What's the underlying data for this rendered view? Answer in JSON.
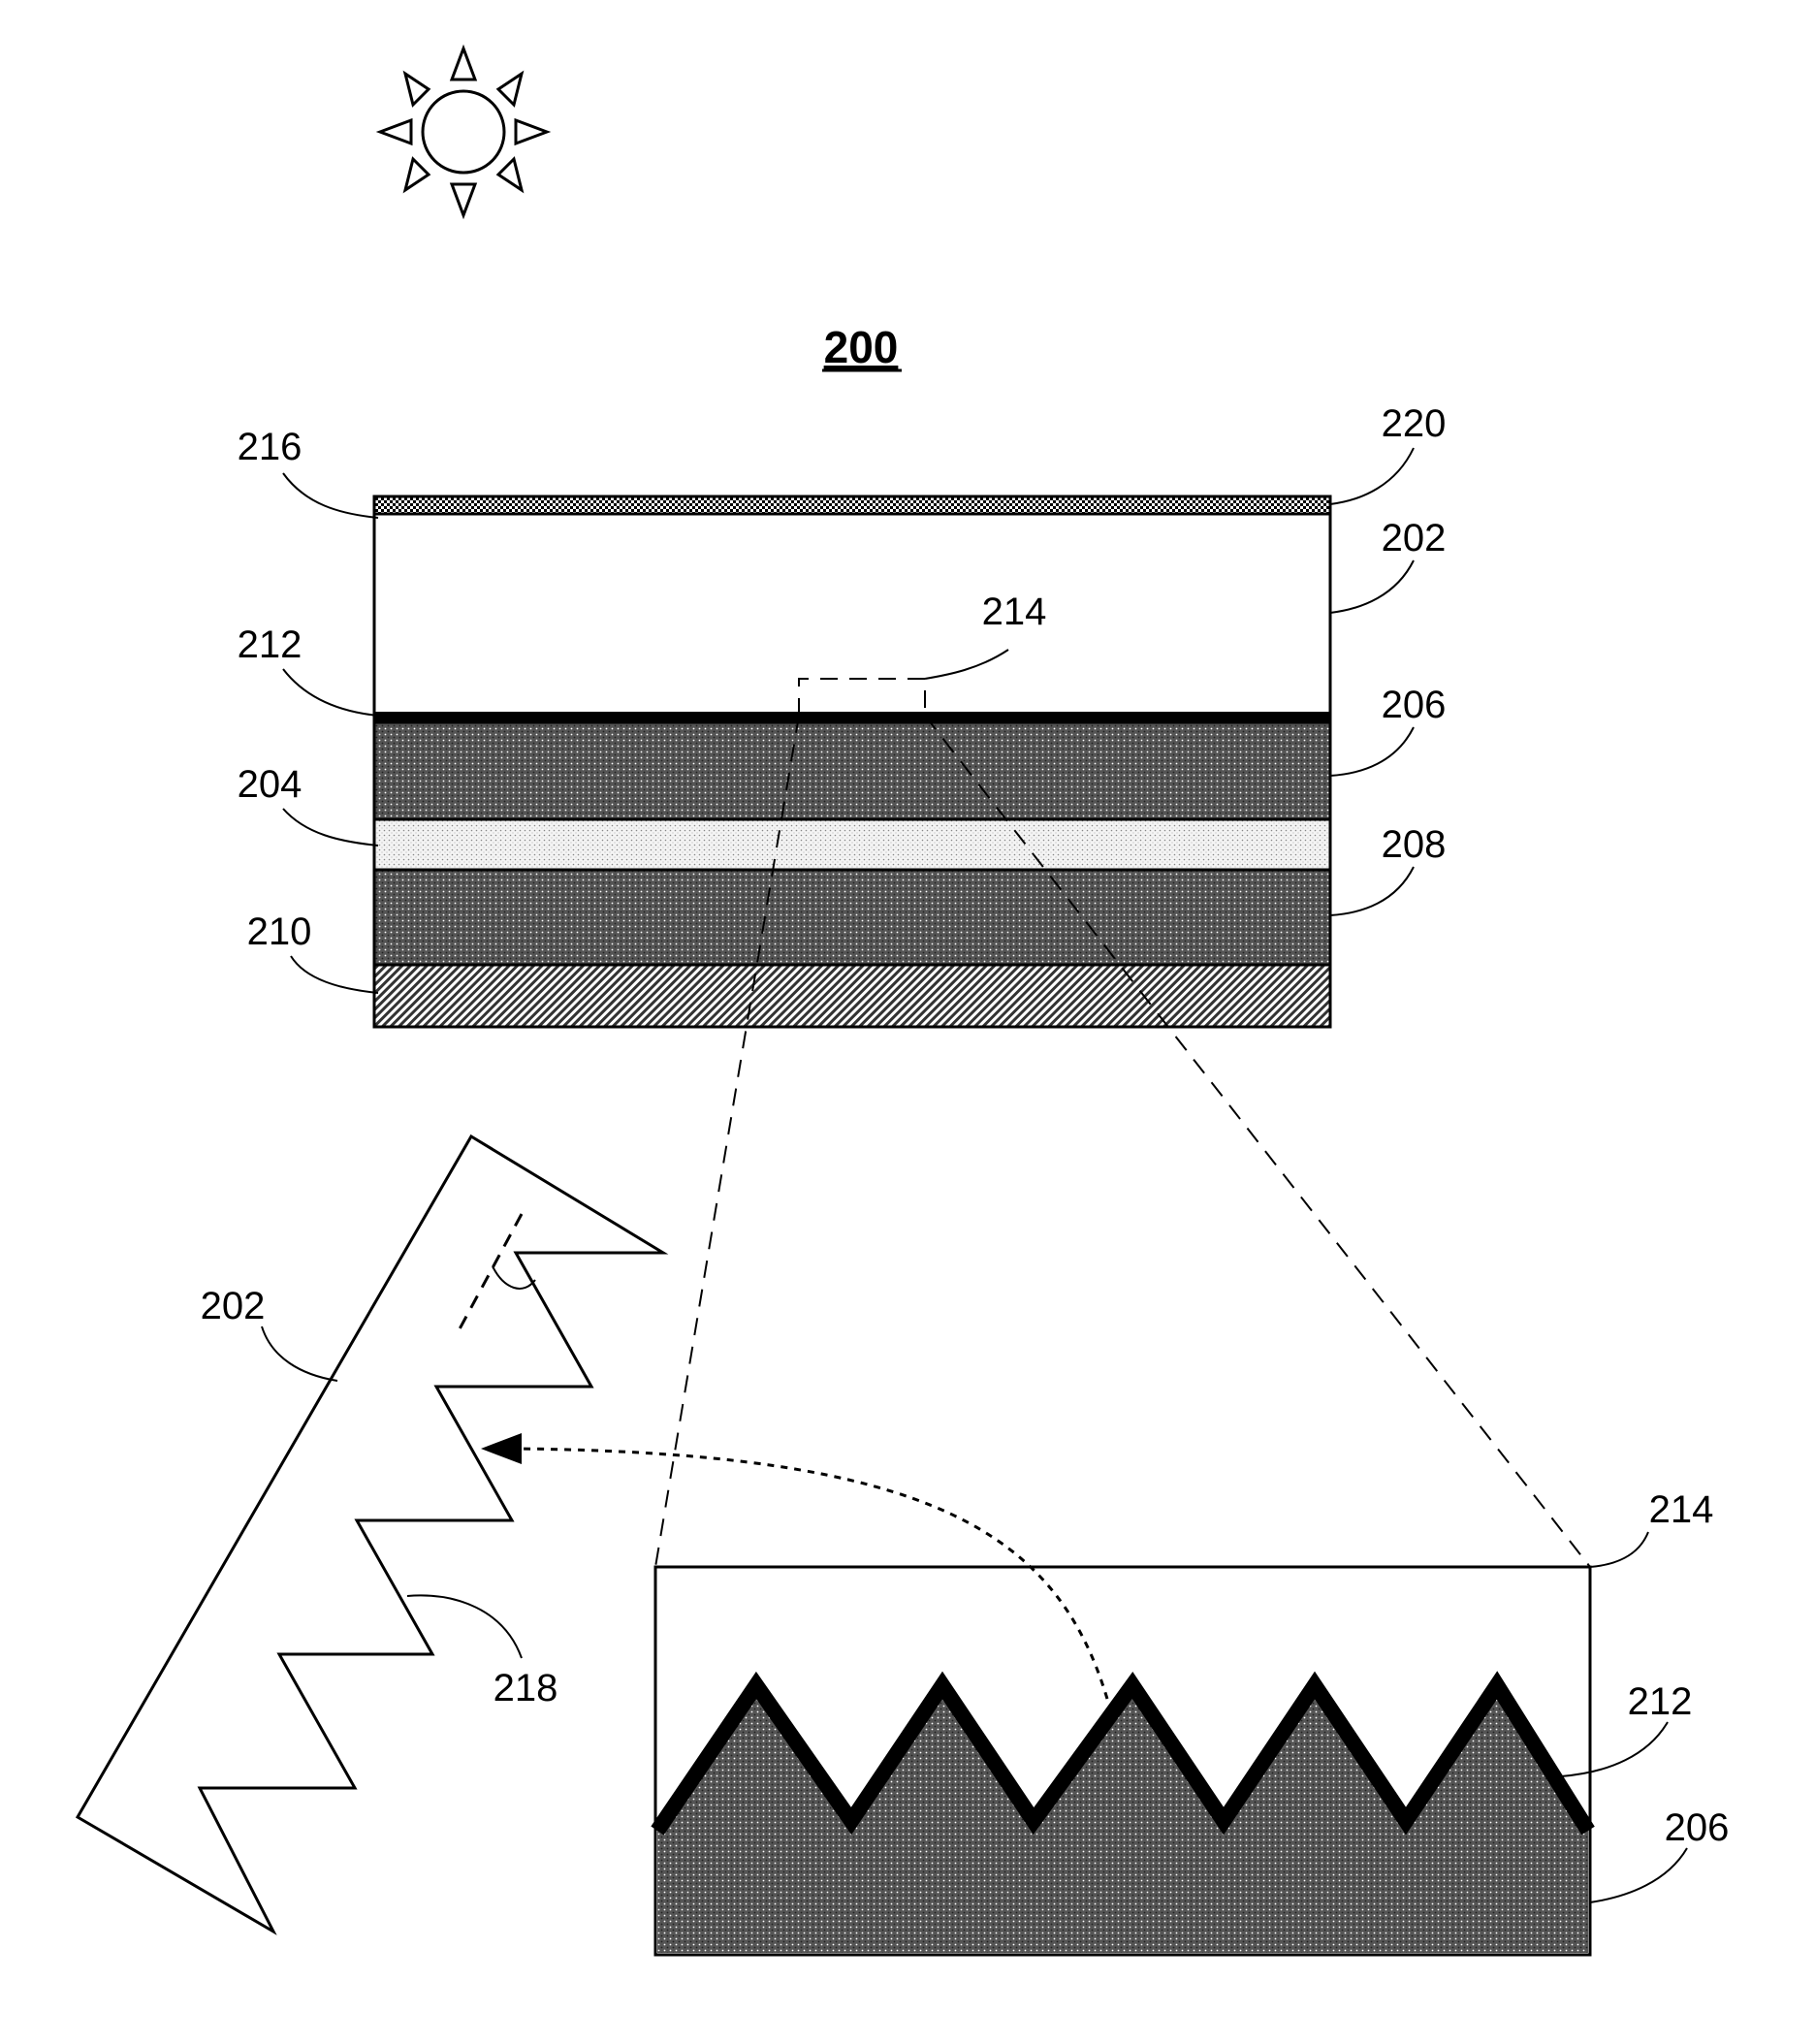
{
  "figure_number": "200",
  "labels": {
    "l216": "216",
    "l220": "220",
    "l202_top": "202",
    "l214_top": "214",
    "l212_top": "212",
    "l206_top": "206",
    "l204": "204",
    "l208": "208",
    "l210": "210",
    "l202_detail": "202",
    "l218": "218",
    "l214_detail": "214",
    "l212_detail": "212",
    "l206_detail": "206"
  },
  "icons": {
    "light_source": "sun-icon"
  },
  "colors": {
    "ink": "#000000",
    "paper": "#ffffff"
  }
}
